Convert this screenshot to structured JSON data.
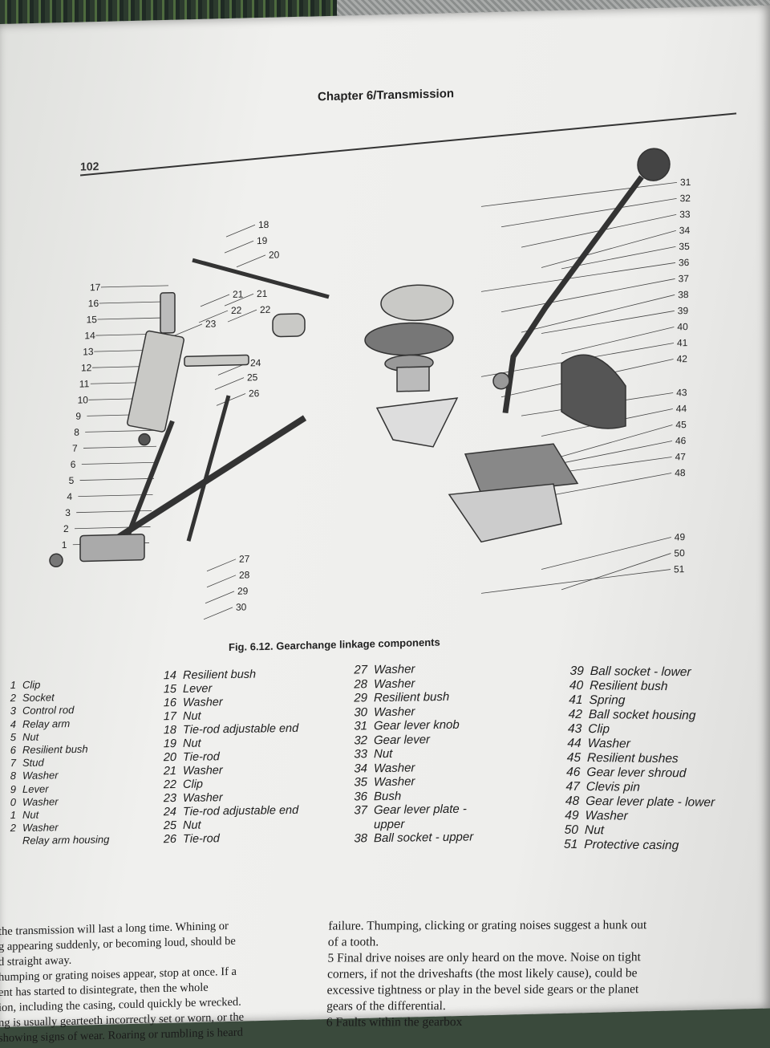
{
  "page": {
    "header": "Chapter 6/Transmission",
    "page_number": "102",
    "caption": "Fig. 6.12. Gearchange linkage components"
  },
  "callouts_left": [
    "17",
    "16",
    "15",
    "14",
    "13",
    "12",
    "11",
    "10",
    "9",
    "8",
    "7",
    "6",
    "5",
    "4",
    "3",
    "2",
    "1",
    "18",
    "19",
    "20",
    "21",
    "22",
    "21",
    "22",
    "23",
    "24",
    "25",
    "26",
    "27",
    "28",
    "29",
    "30"
  ],
  "callouts_right": [
    "31",
    "32",
    "33",
    "34",
    "35",
    "36",
    "37",
    "38",
    "39",
    "40",
    "41",
    "42",
    "43",
    "44",
    "45",
    "46",
    "47",
    "48",
    "49",
    "50",
    "51"
  ],
  "legend": {
    "col1": [
      {
        "n": "1",
        "t": "Clip"
      },
      {
        "n": "2",
        "t": "Socket"
      },
      {
        "n": "3",
        "t": "Control rod"
      },
      {
        "n": "4",
        "t": "Relay arm"
      },
      {
        "n": "5",
        "t": "Nut"
      },
      {
        "n": "6",
        "t": "Resilient bush"
      },
      {
        "n": "7",
        "t": "Stud"
      },
      {
        "n": "8",
        "t": "Washer"
      },
      {
        "n": "9",
        "t": "Lever"
      },
      {
        "n": "0",
        "t": "Washer"
      },
      {
        "n": "1",
        "t": "Nut"
      },
      {
        "n": "2",
        "t": "Washer"
      },
      {
        "n": "",
        "t": "Relay arm housing"
      }
    ],
    "col2": [
      {
        "n": "14",
        "t": "Resilient bush"
      },
      {
        "n": "15",
        "t": "Lever"
      },
      {
        "n": "16",
        "t": "Washer"
      },
      {
        "n": "17",
        "t": "Nut"
      },
      {
        "n": "18",
        "t": "Tie-rod adjustable end"
      },
      {
        "n": "19",
        "t": "Nut"
      },
      {
        "n": "20",
        "t": "Tie-rod"
      },
      {
        "n": "21",
        "t": "Washer"
      },
      {
        "n": "22",
        "t": "Clip"
      },
      {
        "n": "23",
        "t": "Washer"
      },
      {
        "n": "24",
        "t": "Tie-rod adjustable end"
      },
      {
        "n": "25",
        "t": "Nut"
      },
      {
        "n": "26",
        "t": "Tie-rod"
      }
    ],
    "col3": [
      {
        "n": "27",
        "t": "Washer"
      },
      {
        "n": "28",
        "t": "Washer"
      },
      {
        "n": "29",
        "t": "Resilient bush"
      },
      {
        "n": "30",
        "t": "Washer"
      },
      {
        "n": "31",
        "t": "Gear lever knob"
      },
      {
        "n": "32",
        "t": "Gear lever"
      },
      {
        "n": "33",
        "t": "Nut"
      },
      {
        "n": "34",
        "t": "Washer"
      },
      {
        "n": "35",
        "t": "Washer"
      },
      {
        "n": "36",
        "t": "Bush"
      },
      {
        "n": "37",
        "t": "Gear lever plate -"
      },
      {
        "n": "",
        "t": "upper"
      },
      {
        "n": "38",
        "t": "Ball socket - upper"
      }
    ],
    "col4": [
      {
        "n": "39",
        "t": "Ball socket - lower"
      },
      {
        "n": "40",
        "t": "Resilient bush"
      },
      {
        "n": "41",
        "t": "Spring"
      },
      {
        "n": "42",
        "t": "Ball socket housing"
      },
      {
        "n": "43",
        "t": "Clip"
      },
      {
        "n": "44",
        "t": "Washer"
      },
      {
        "n": "45",
        "t": "Resilient bushes"
      },
      {
        "n": "46",
        "t": "Gear lever shroud"
      },
      {
        "n": "47",
        "t": "Clevis pin"
      },
      {
        "n": "48",
        "t": "Gear lever plate - lower"
      },
      {
        "n": "49",
        "t": "Washer"
      },
      {
        "n": "50",
        "t": "Nut"
      },
      {
        "n": "51",
        "t": "Protective casing"
      }
    ]
  },
  "text_left": [
    "the transmission will last a long time. Whining or",
    "g appearing suddenly, or becoming loud, should be",
    "d straight away.",
    "humping or grating noises appear, stop at once. If a",
    "ent has started to disintegrate, then the whole",
    "ion, including the casing, could quickly be wrecked.",
    "ng is usually gearteeth incorrectly set or worn, or the",
    " showing signs of wear. Roaring or rumbling is heard"
  ],
  "text_right": [
    "failure. Thumping, clicking or grating noises suggest a hunk out",
    "of a tooth.",
    "5  Final drive noises are only heard on the move. Noise on tight",
    "corners, if not the driveshafts (the most likely cause), could be",
    "excessive tightness or play in the bevel side gears or the planet",
    "gears of the differential.",
    "6  Faults within the gearbox"
  ]
}
